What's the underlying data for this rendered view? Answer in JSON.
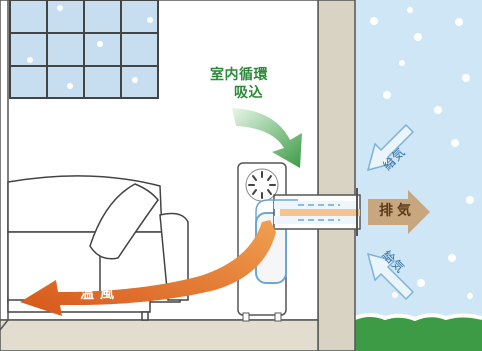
{
  "labels": {
    "room_circulation_line1": "室内循環",
    "room_circulation_line2": "吸込",
    "warm_air": "温風",
    "exhaust": "排気",
    "intake_top": "給気",
    "intake_bottom": "給気"
  },
  "colors": {
    "room_air_arrow": "#4caf50",
    "warm_air_arrow": "#e3641f",
    "exhaust_arrow": "#c8a77e",
    "intake_arrow": "#cfe4f5",
    "outdoor_sky": "#cfe6f6",
    "outdoor_grass": "#3d9b45"
  }
}
